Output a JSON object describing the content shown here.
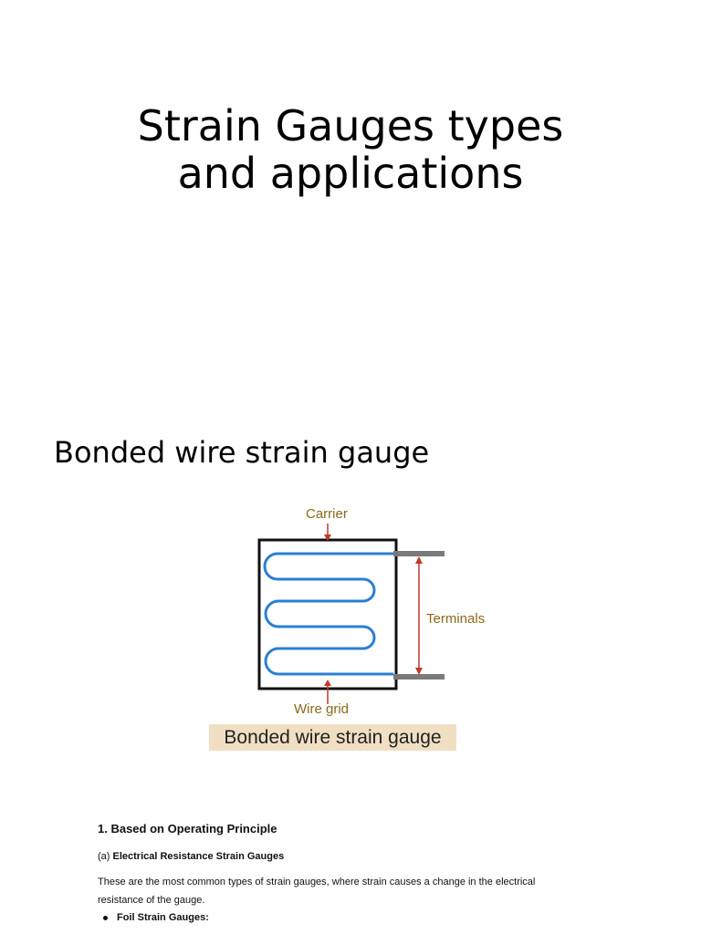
{
  "title": {
    "line1": "Strain Gauges types",
    "line2": "and applications"
  },
  "section_heading": "Bonded wire strain gauge",
  "diagram": {
    "labels": {
      "carrier": "Carrier",
      "terminals": "Terminals",
      "wire_grid": "Wire grid"
    },
    "caption": "Bonded wire strain gauge",
    "colors": {
      "wire": "#2a7fd4",
      "arrow": "#c0392b",
      "label": "#8a6a1a",
      "caption_bg": "#f1dfc4",
      "terminal": "#7a7a7a"
    }
  },
  "document": {
    "heading": "1. Based on Operating Principle",
    "sub_prefix": "(a) ",
    "sub_bold": "Electrical Resistance Strain Gauges",
    "paragraph_line1": "These are the most common types of strain gauges, where strain causes a change in the electrical",
    "paragraph_line2": "resistance of the gauge.",
    "bullet1": "Foil Strain Gauges:"
  }
}
